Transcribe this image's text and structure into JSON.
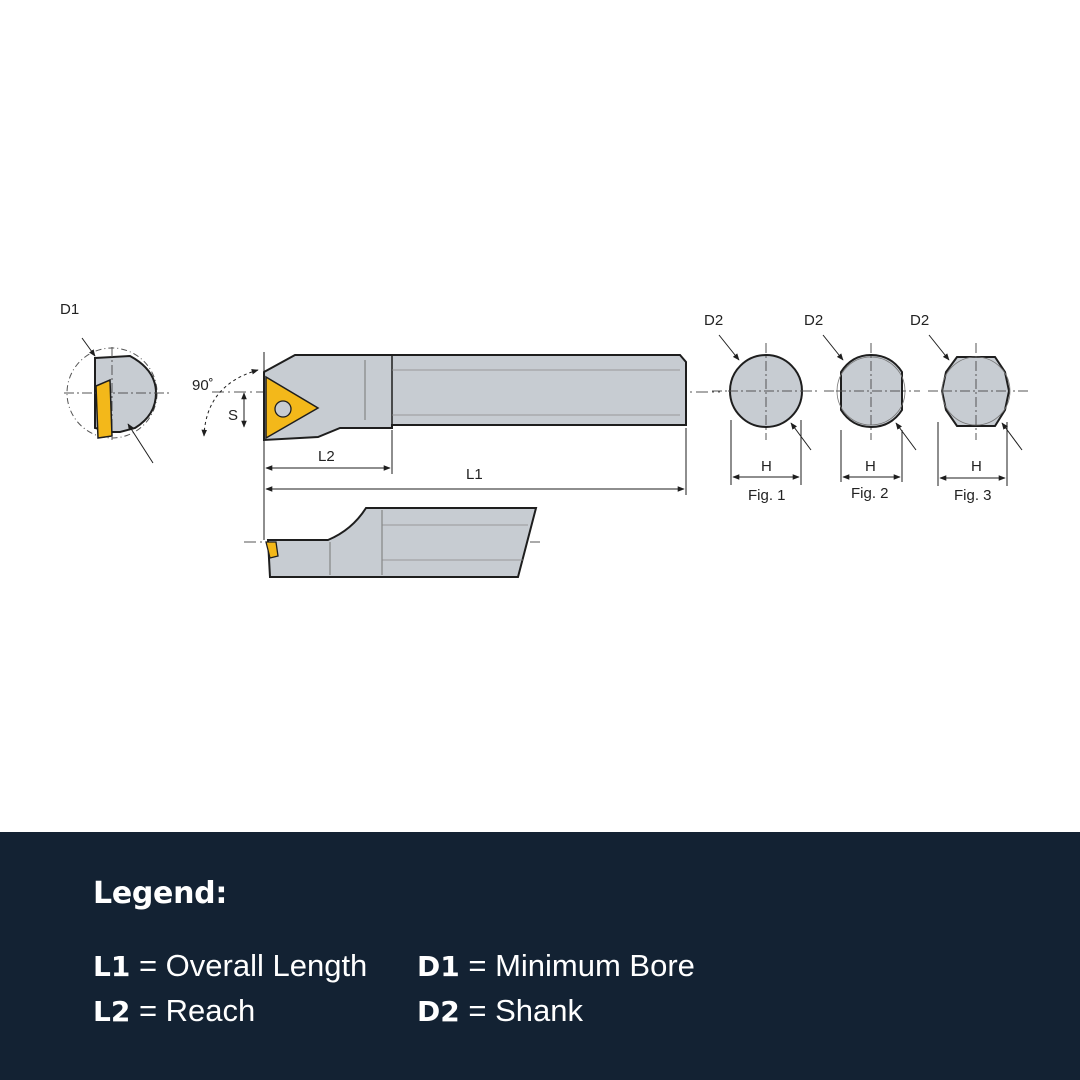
{
  "diagram": {
    "end_view_label": "D1",
    "angle_label": "90˚",
    "s_label": "S",
    "l2_label": "L2",
    "l1_label": "L1",
    "figures": [
      {
        "d2_label": "D2",
        "h_label": "H",
        "caption": "Fig. 1"
      },
      {
        "d2_label": "D2",
        "h_label": "H",
        "caption": "Fig. 2"
      },
      {
        "d2_label": "D2",
        "h_label": "H",
        "caption": "Fig. 3"
      }
    ],
    "colors": {
      "body": "#c7ccd2",
      "insert": "#f3b81a",
      "outline": "#1e1e1e"
    }
  },
  "legend": {
    "title": "Legend:",
    "items": [
      {
        "key": "L1",
        "eq": " = ",
        "value": "Overall Length"
      },
      {
        "key": "D1",
        "eq": " = ",
        "value": "Minimum Bore"
      },
      {
        "key": "L2",
        "eq": " = ",
        "value": "Reach"
      },
      {
        "key": "D2",
        "eq": " = ",
        "value": "Shank"
      }
    ],
    "background": "#132233"
  }
}
